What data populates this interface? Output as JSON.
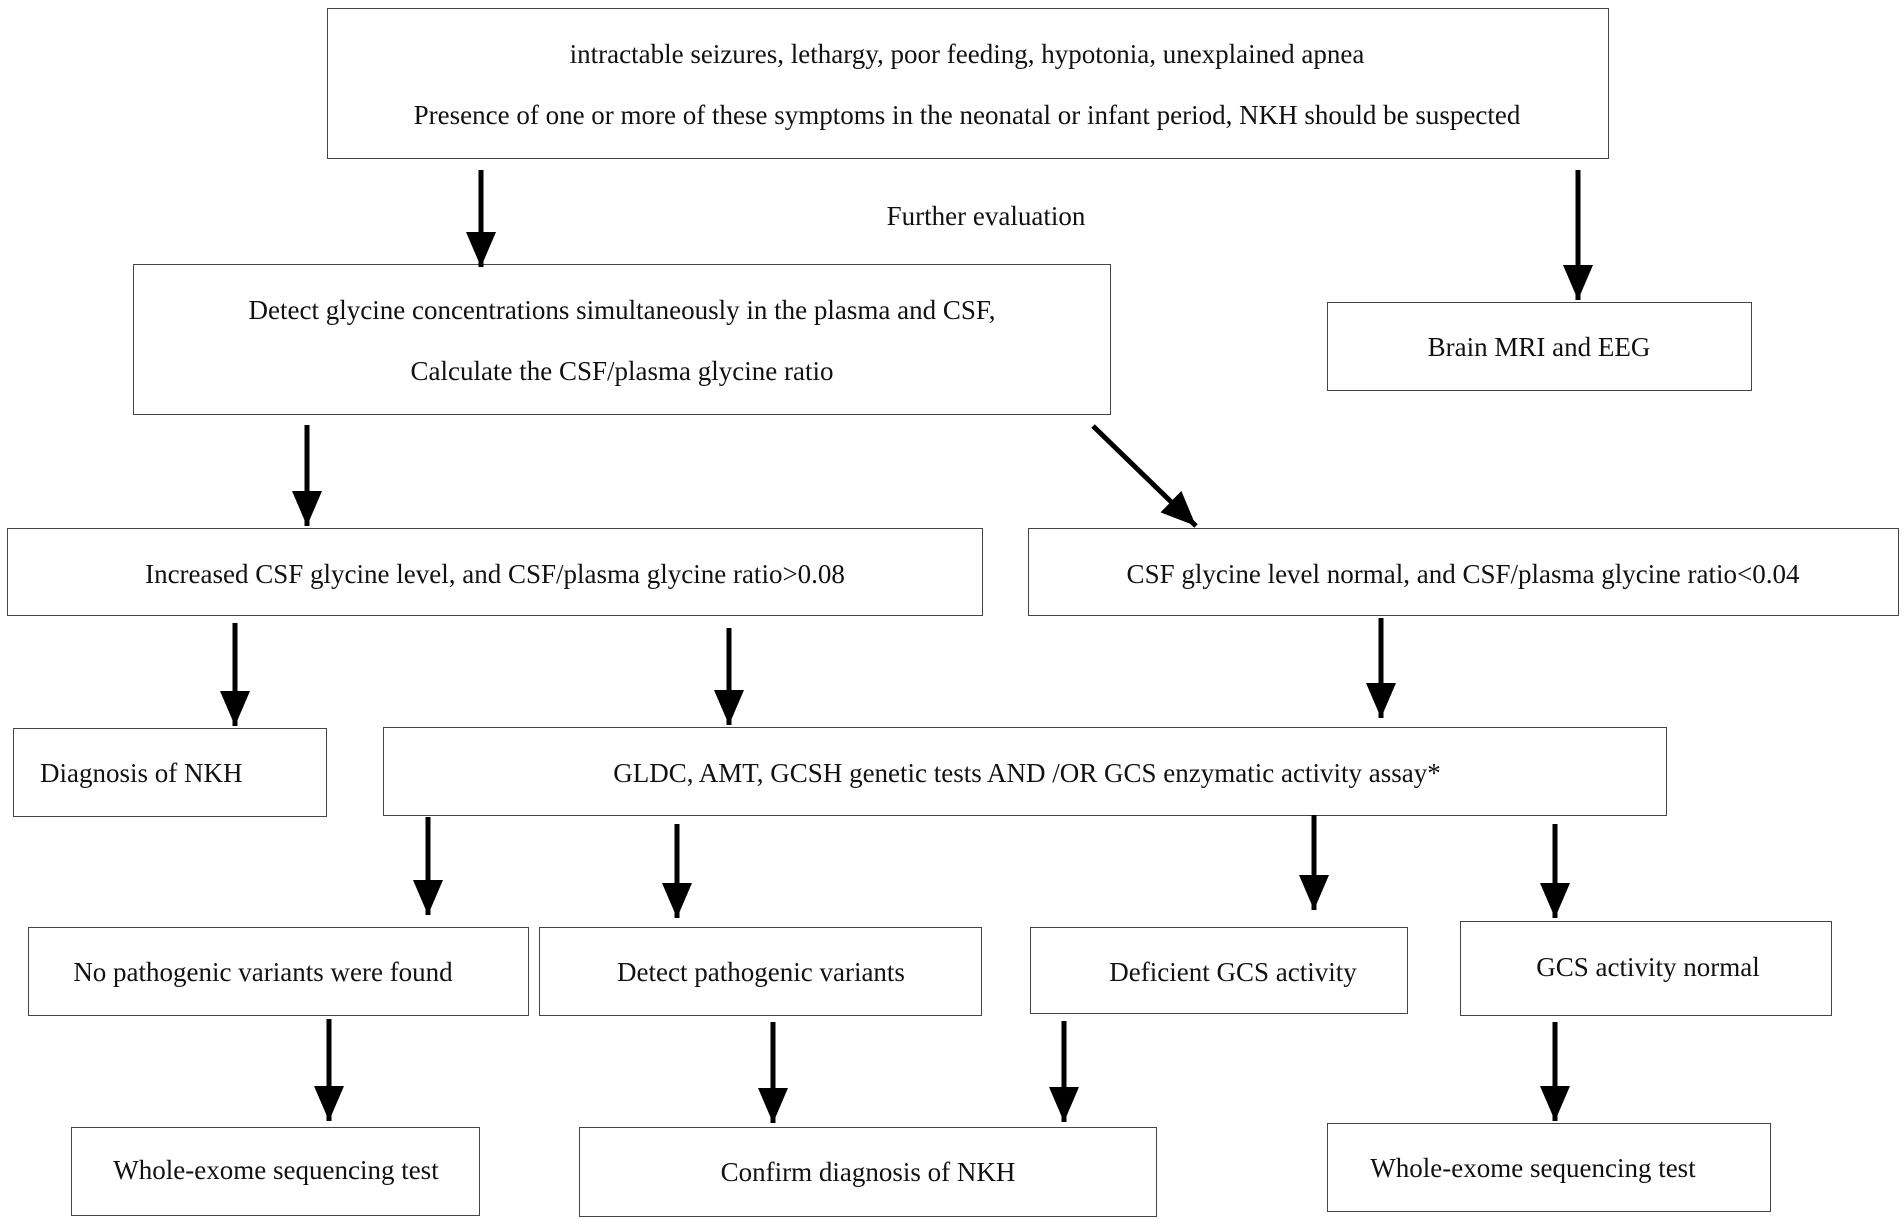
{
  "top": {
    "symptoms": "intractable seizures, lethargy, poor feeding, hypotonia, unexplained apnea",
    "suspicion": "Presence of one or more of these symptoms in the neonatal or infant period, NKH should be suspected"
  },
  "further_evaluation": "Further evaluation",
  "glycine": {
    "line1": "Detect glycine concentrations simultaneously in the plasma and CSF,",
    "line2": "Calculate the CSF/plasma glycine ratio"
  },
  "imaging": "Brain MRI and EEG",
  "increased_csf": "Increased CSF glycine level, and CSF/plasma glycine ratio>0.08",
  "normal_csf": "CSF glycine level normal, and CSF/plasma glycine ratio<0.04",
  "diagnosis_nkh": "Diagnosis of NKH",
  "genetic_tests": "GLDC, AMT, GCSH genetic tests AND /OR GCS enzymatic activity assay*",
  "no_variants": "No pathogenic variants were found",
  "detect_variants": "Detect pathogenic variants",
  "deficient_gcs": "Deficient GCS activity",
  "gcs_normal": "GCS activity normal",
  "wes_left": "Whole-exome sequencing test",
  "confirm_nkh": "Confirm diagnosis of NKH",
  "wes_right": "Whole-exome sequencing test",
  "colors": {
    "border": "#444444",
    "arrow": "#000000",
    "text": "#111111"
  }
}
